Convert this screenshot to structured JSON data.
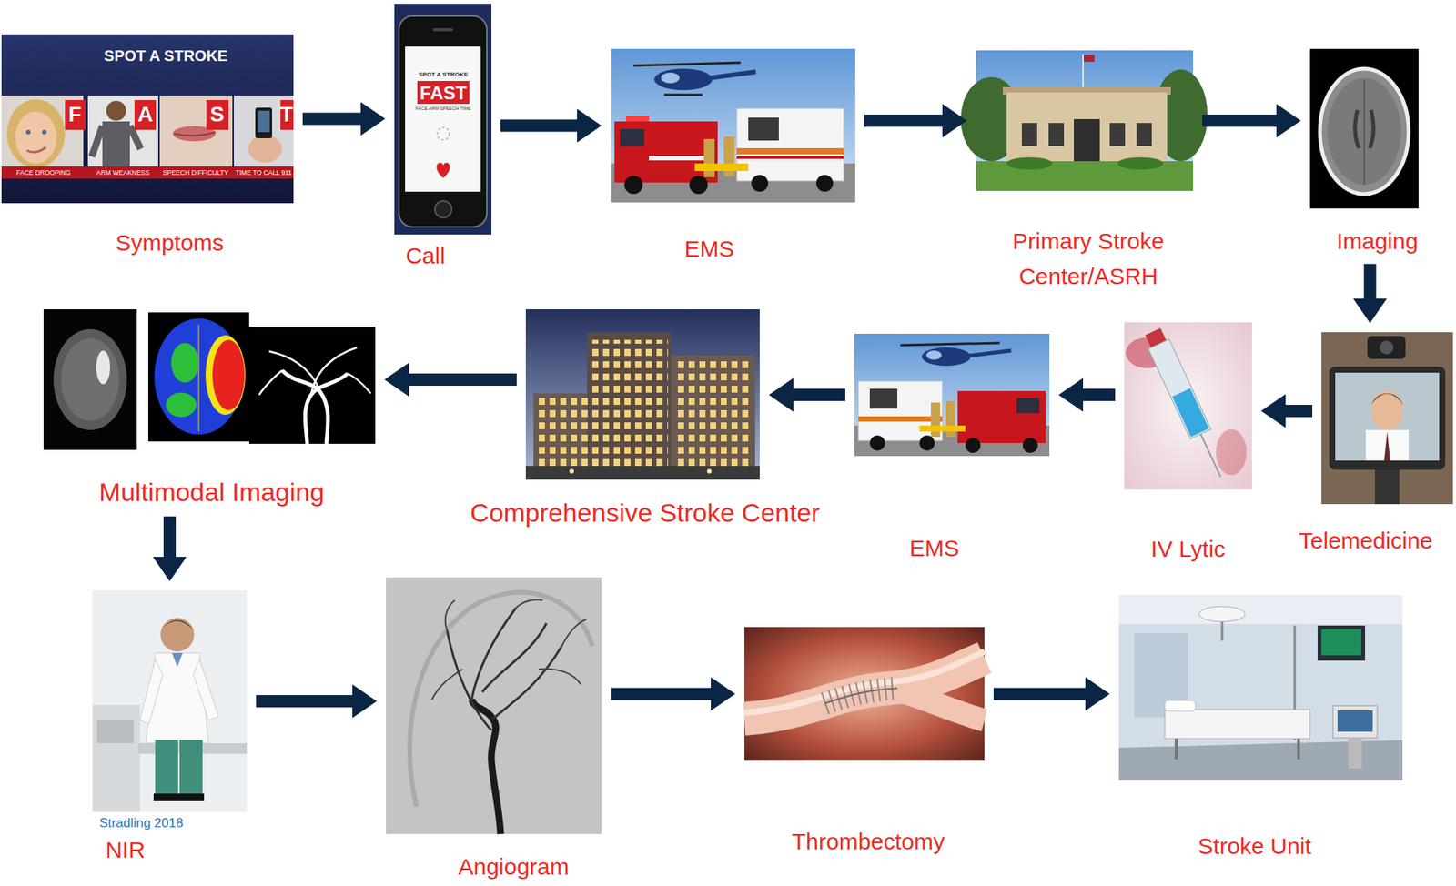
{
  "diagram": {
    "nodes": [
      {
        "text": [
          "Symptoms"
        ]
      },
      {
        "text": [
          "Call"
        ]
      },
      {
        "text": [
          "EMS"
        ]
      },
      {
        "text": [
          "Primary Stroke Center/ASRH"
        ]
      },
      {
        "text": [
          "Imaging"
        ]
      },
      {
        "text": [
          "Telemedicine"
        ]
      },
      {
        "text": [
          "IV Lytic"
        ]
      },
      {
        "text": [
          "EMS"
        ]
      },
      {
        "text": [
          "Comprehensive Stroke Center"
        ]
      },
      {
        "text": [
          "Multimodal Imaging"
        ]
      },
      {
        "text": [
          "NIR"
        ]
      },
      {
        "text": [
          "Angiogram"
        ]
      },
      {
        "text": [
          "Thrombectomy"
        ]
      },
      {
        "text": [
          "Stroke Unit"
        ]
      }
    ],
    "edges": [
      {
        "from": 0,
        "to": 1,
        "arrow": "to"
      },
      {
        "from": 1,
        "to": 2,
        "arrow": "to"
      },
      {
        "from": 2,
        "to": 3,
        "arrow": "to"
      },
      {
        "from": 3,
        "to": 4,
        "arrow": "to"
      },
      {
        "from": 4,
        "to": 5,
        "arrow": "to"
      },
      {
        "from": 5,
        "to": 6,
        "arrow": "to"
      },
      {
        "from": 6,
        "to": 7,
        "arrow": "to"
      },
      {
        "from": 7,
        "to": 8,
        "arrow": "to"
      },
      {
        "from": 8,
        "to": 9,
        "arrow": "to"
      },
      {
        "from": 9,
        "to": 10,
        "arrow": "to"
      },
      {
        "from": 10,
        "to": 11,
        "arrow": "to"
      },
      {
        "from": 11,
        "to": 12,
        "arrow": "to"
      },
      {
        "from": 12,
        "to": 13,
        "arrow": "to"
      }
    ],
    "labels": [
      "SPOT A STROKE",
      "F",
      "A",
      "S",
      "T",
      "FACE DROOPING",
      "ARM WEAKNESS",
      "SPEECH DIFFICULTY",
      "TIME TO CALL 911",
      "SPOT A STROKE",
      "FAST",
      "FACE ARM SPEECH TIME",
      "Stradling 2018"
    ]
  }
}
